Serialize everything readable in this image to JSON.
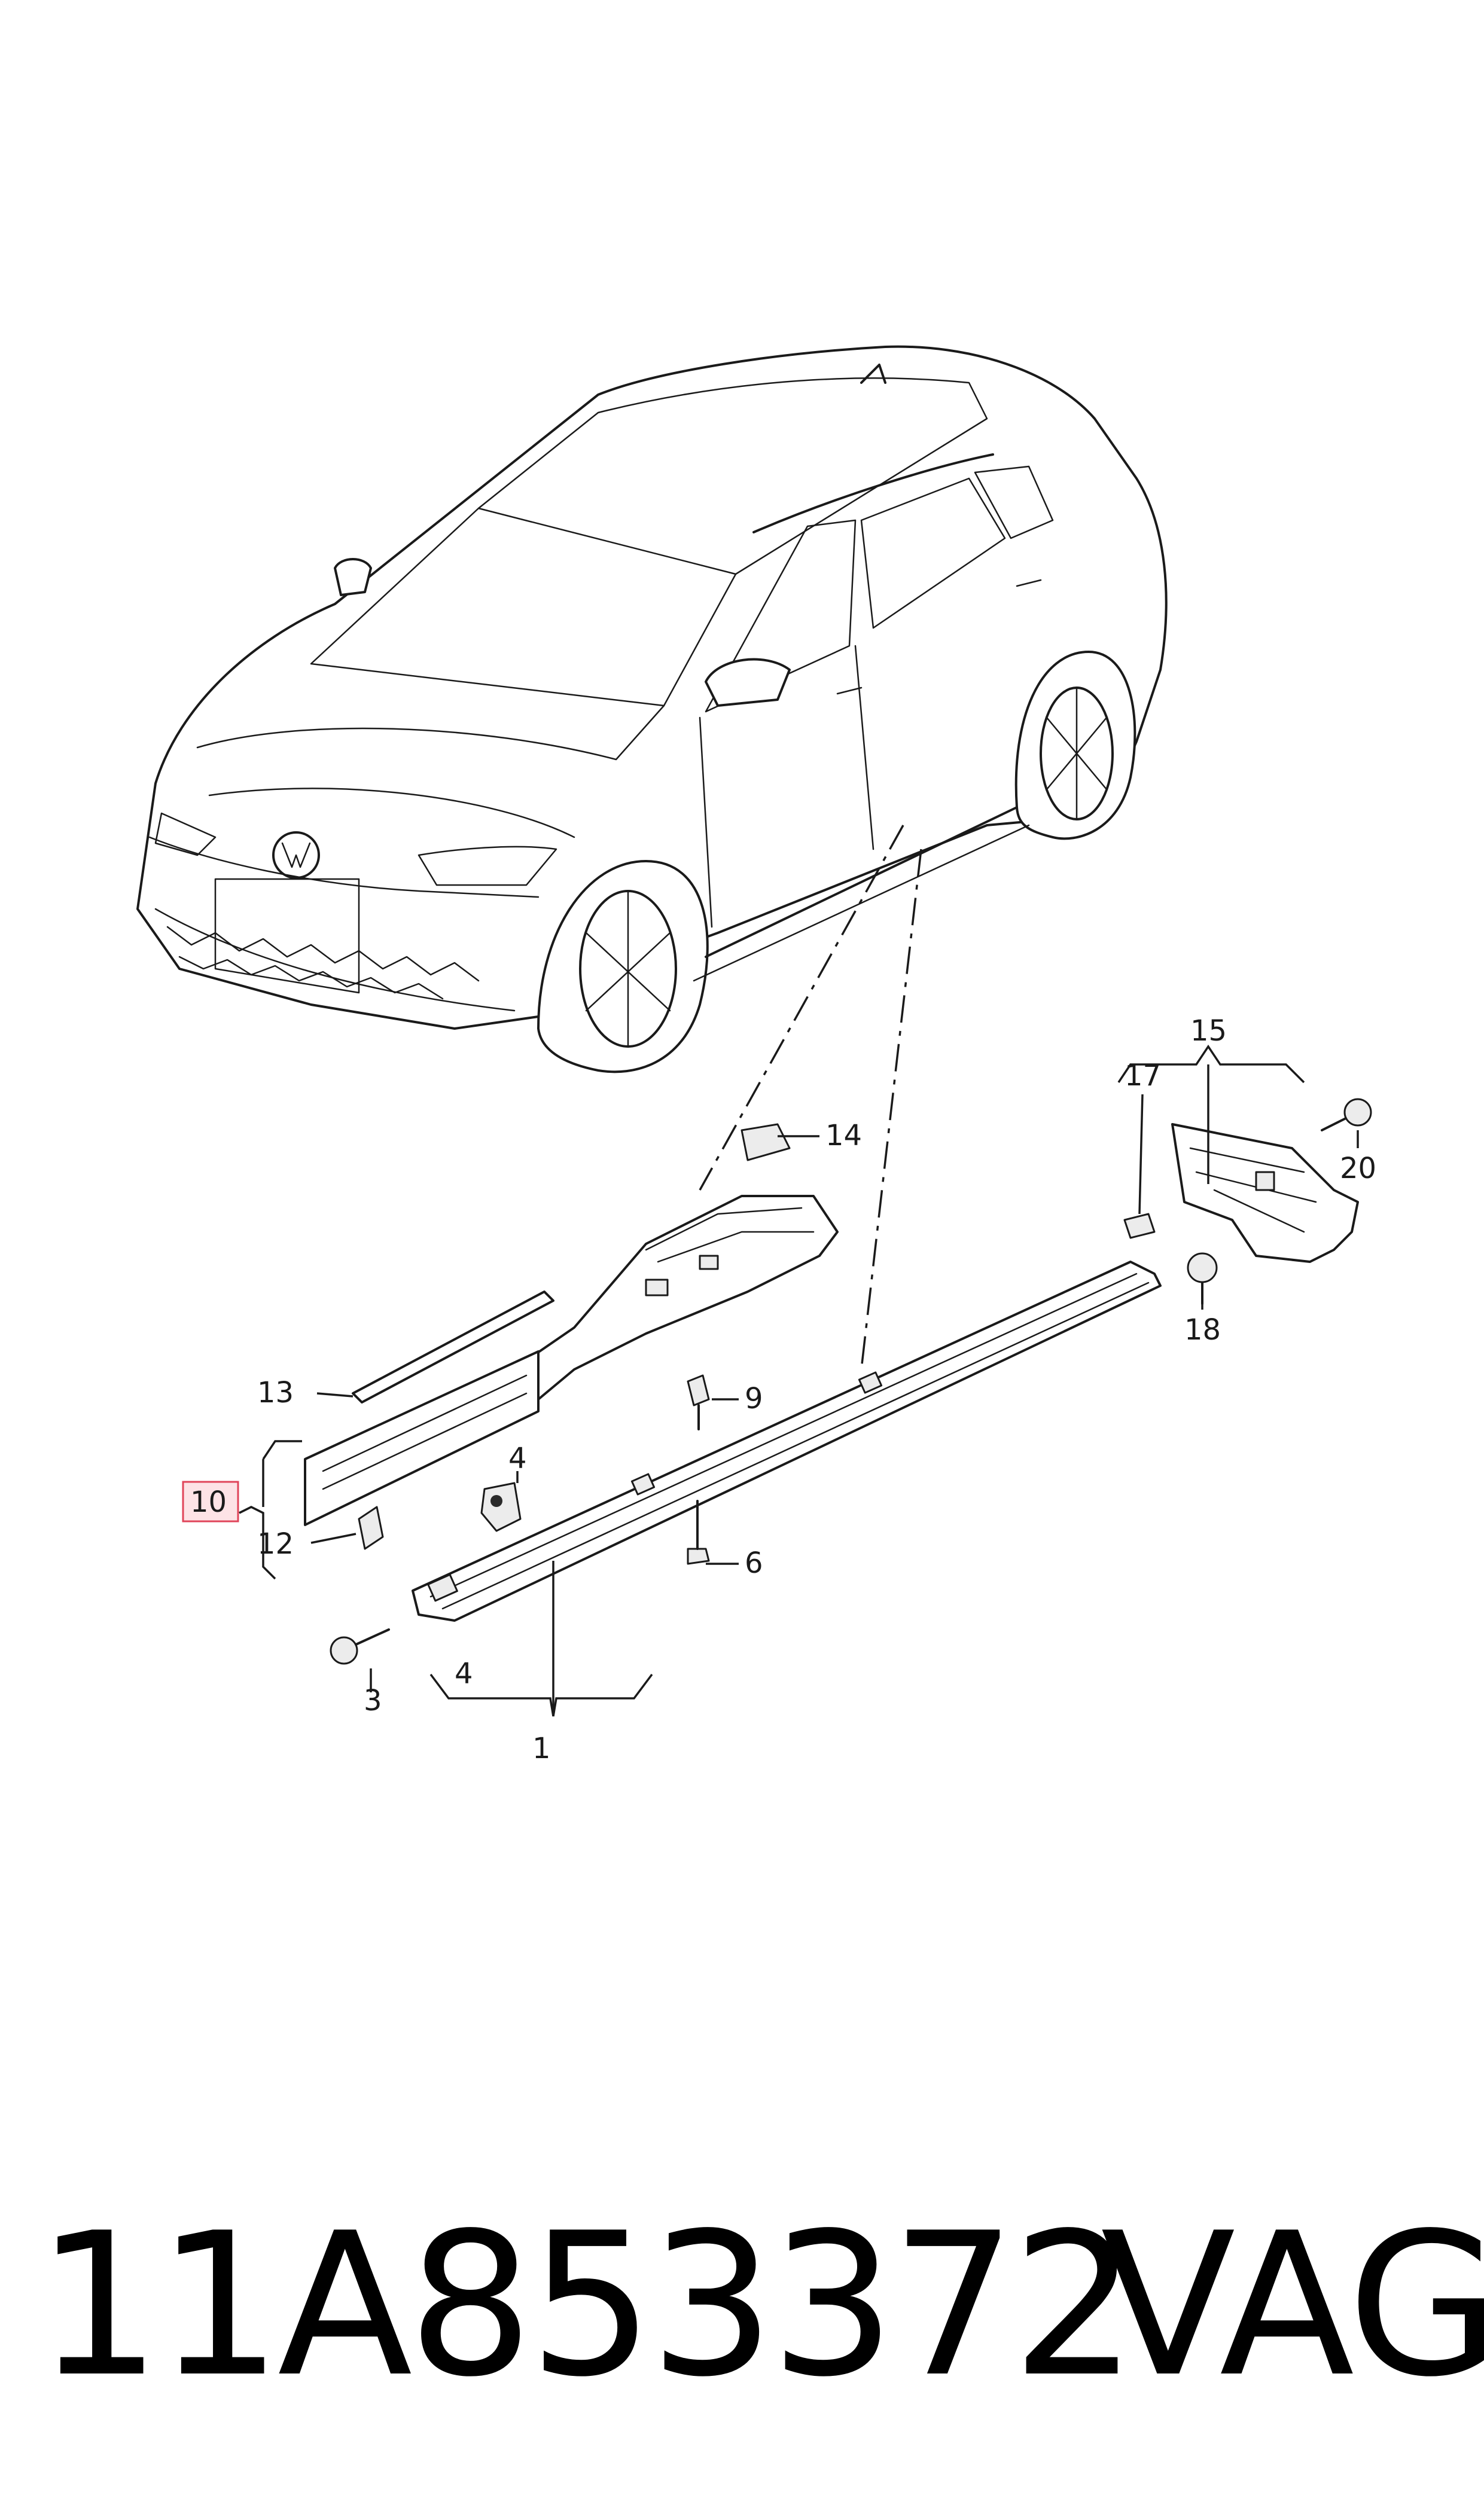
{
  "callouts": {
    "c1": "1",
    "c3": "3",
    "c4a": "4",
    "c4b": "4",
    "c6": "6",
    "c9": "9",
    "c10": "10",
    "c12": "12",
    "c13": "13",
    "c14": "14",
    "c15": "15",
    "c17": "17",
    "c18": "18",
    "c20": "20"
  },
  "highlighted_callout": "10",
  "footer": {
    "part_number": "11A853372",
    "brand": "VAG"
  },
  "colors": {
    "highlight_fill": "#fde3e6",
    "highlight_stroke": "#e0455a",
    "line": "#1a1a1a"
  }
}
